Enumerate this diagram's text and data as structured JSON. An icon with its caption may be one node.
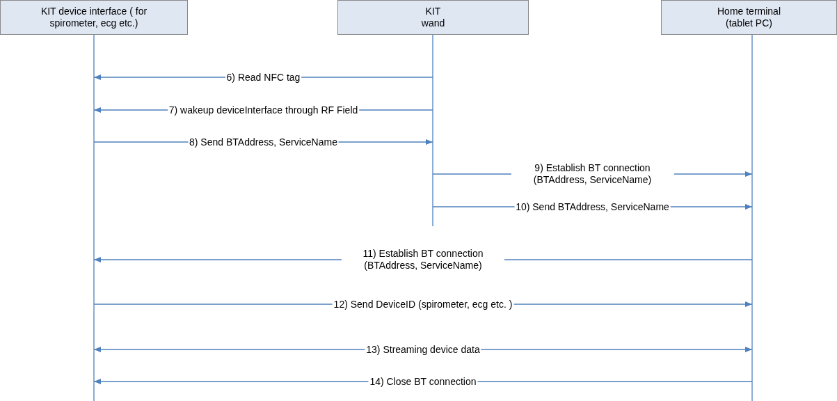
{
  "diagram": {
    "nodes": [
      {
        "text": [
          "KIT device interface ( for spirometer, ecg etc.)"
        ]
      },
      {
        "text": [
          "KIT wand"
        ]
      },
      {
        "text": [
          "Home terminal (tablet PC)"
        ]
      }
    ],
    "edges": [
      {
        "from": 1,
        "to": 0,
        "arrow": "to",
        "label": "6) Read NFC tag"
      },
      {
        "from": 1,
        "to": 0,
        "arrow": "to",
        "label": "7) wakeup deviceInterface through RF Field"
      },
      {
        "from": 0,
        "to": 1,
        "arrow": "to",
        "label": "8) Send BTAddress, ServiceName"
      },
      {
        "from": 1,
        "to": 2,
        "arrow": "to",
        "label": "9) Establish BT connection (BTAddress, ServiceName)"
      },
      {
        "from": 1,
        "to": 2,
        "arrow": "to",
        "label": "10) Send BTAddress, ServiceName"
      },
      {
        "from": 2,
        "to": 0,
        "arrow": "to",
        "label": "11) Establish BT connection (BTAddress, ServiceName)"
      },
      {
        "from": 0,
        "to": 2,
        "arrow": "to",
        "label": "12) Send DeviceID (spirometer, ecg etc. )"
      },
      {
        "from": 0,
        "to": 2,
        "arrow": "both",
        "label": "13) Streaming device data"
      },
      {
        "from": 2,
        "to": 0,
        "arrow": "to",
        "label": "14) Close BT connection"
      }
    ]
  }
}
